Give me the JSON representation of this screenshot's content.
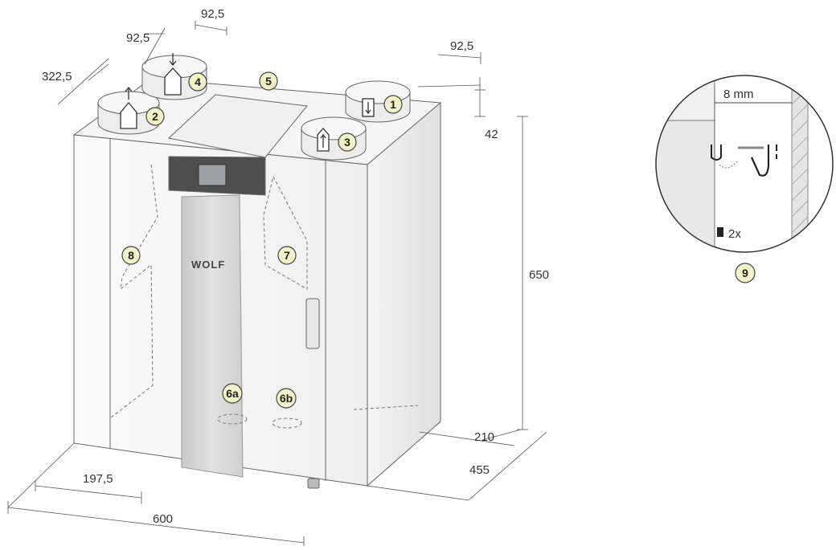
{
  "dimensions": {
    "spigot_spacing_a": "92,5",
    "spigot_spacing_b": "92,5",
    "spigot_spacing_c": "92,5",
    "spigot_offset_side": "322,5",
    "spigot_height": "42",
    "total_height": "650",
    "bottom_height": "210",
    "depth": "455",
    "bottom_offset": "197,5",
    "width": "600"
  },
  "callouts": {
    "c1": "1",
    "c2": "2",
    "c3": "3",
    "c4": "4",
    "c5": "5",
    "c6a": "6a",
    "c6b": "6b",
    "c7": "7",
    "c8": "8",
    "c9": "9"
  },
  "brand": "WOLF",
  "detail": {
    "gap": "8 mm",
    "count": "2x"
  },
  "colors": {
    "callout_fill": "#f2f2c8",
    "line": "#555555",
    "panel_dark": "#555555",
    "door_strip": "#d6d6d6"
  }
}
